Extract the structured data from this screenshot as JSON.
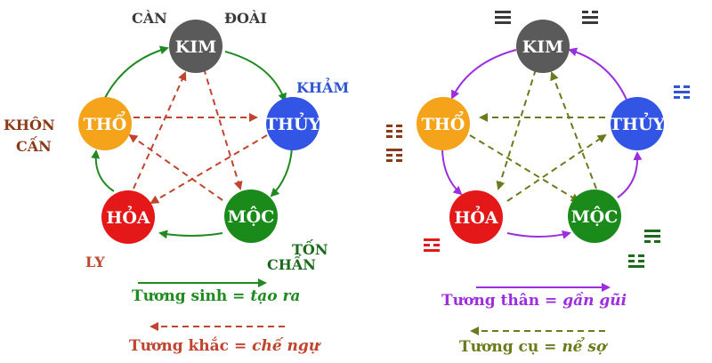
{
  "colors": {
    "kim": "#5a5a5a",
    "thuy": "#3355e6",
    "moc": "#1a8a1a",
    "hoa": "#e41818",
    "tho": "#f5a31a",
    "sinh": "#1f8a1f",
    "khac": "#c0442e",
    "than": "#9b2fe0",
    "cu": "#6b7a1a",
    "dark_label": "#3a3a3a",
    "khon_can": "#8b3a1a",
    "kham": "#2f55d4",
    "ly": "#c0442e",
    "ton_chan": "#1c6b1c"
  },
  "left_diagram": {
    "nodes": {
      "kim": "KIM",
      "thuy": "THỦY",
      "moc": "MỘC",
      "hoa": "HỎA",
      "tho": "THỔ"
    },
    "labels": {
      "can": "CÀN",
      "doai": "ĐOÀI",
      "kham": "KHẢM",
      "khon": "KHÔN",
      "can2": "CẤN",
      "ly": "LY",
      "ton": "TỐN",
      "chan": "CHẤN"
    },
    "legend": {
      "sinh_label": "Tương sinh = ",
      "sinh_meaning": "tạo ra",
      "khac_label": "Tương khắc = ",
      "khac_meaning": "chế ngự"
    }
  },
  "right_diagram": {
    "nodes": {
      "kim": "KIM",
      "thuy": "THỦY",
      "moc": "MỘC",
      "hoa": "HỎA",
      "tho": "THỔ"
    },
    "legend": {
      "than_label": "Tương thân = ",
      "than_meaning": "gần gũi",
      "cu_label": "Tương cụ = ",
      "cu_meaning": "nể sợ"
    },
    "trigram_icons": [
      "can-trigram-icon",
      "doai-trigram-icon",
      "kham-trigram-icon",
      "khon-trigram-icon",
      "can-mountain-trigram-icon",
      "ly-trigram-icon",
      "ton-trigram-icon",
      "chan-trigram-icon"
    ]
  }
}
